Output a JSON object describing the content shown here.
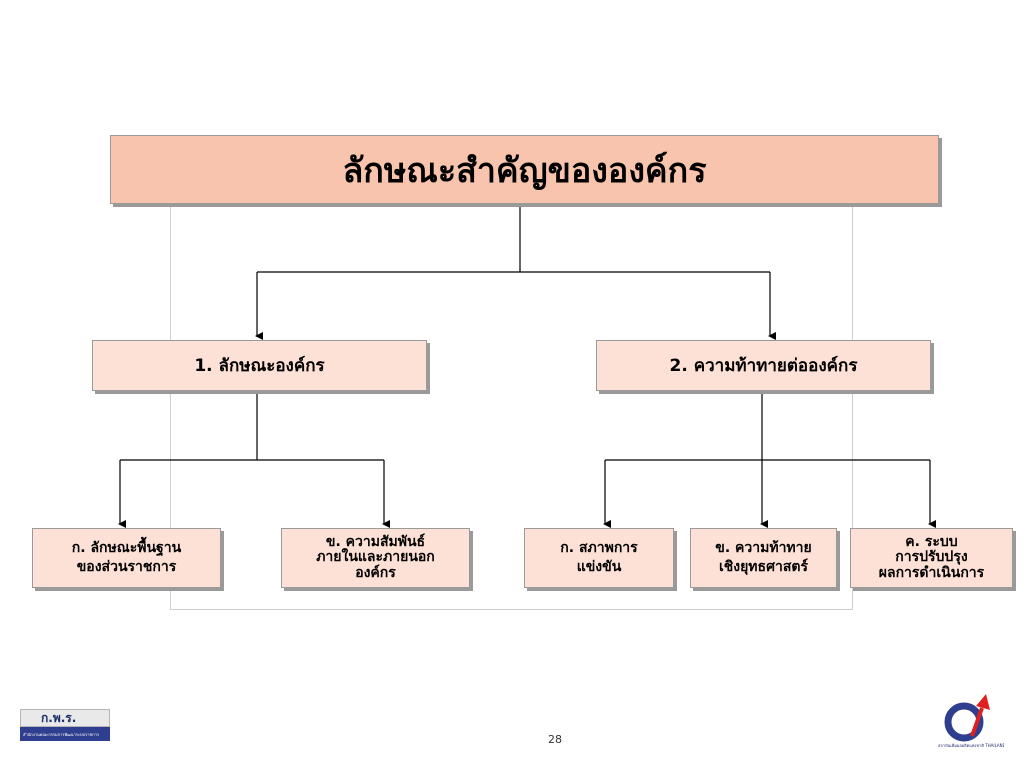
{
  "diagram": {
    "title": "ลักษณะสำคัญขององค์กร",
    "branches": [
      {
        "label": "1. ลักษณะองค์กร",
        "children": [
          {
            "lines": [
              "ก. ลักษณะพื้นฐาน",
              "ของส่วนราชการ"
            ]
          },
          {
            "lines": [
              "ข. ความสัมพันธ์",
              "ภายในและภายนอก",
              "องค์กร"
            ]
          }
        ]
      },
      {
        "label": "2. ความท้าทายต่อองค์กร",
        "children": [
          {
            "lines": [
              "ก. สภาพการ",
              "แข่งขัน"
            ]
          },
          {
            "lines": [
              "ข. ความท้าทาย",
              "เชิงยุทธศาสตร์"
            ]
          },
          {
            "lines": [
              "ค. ระบบ",
              "การปรับปรุง",
              "ผลการดำเนินการ"
            ]
          }
        ]
      }
    ]
  },
  "footer": {
    "page_number": "28",
    "left_logo_text": "ก.พ.ร.",
    "left_logo_subtext": "สำนักงานคณะกรรมการพัฒนาระบบราชการ",
    "right_logo_caption": "สถาบันเพิ่มผลผลิตแห่งชาติ THAILAND PRODUCTIVITY INSTITUTE"
  },
  "colors": {
    "title_fill": "#f9c4ae",
    "box_fill": "#fde0d6",
    "logo_blue": "#2f3f8f",
    "logo_red": "#e02020"
  }
}
